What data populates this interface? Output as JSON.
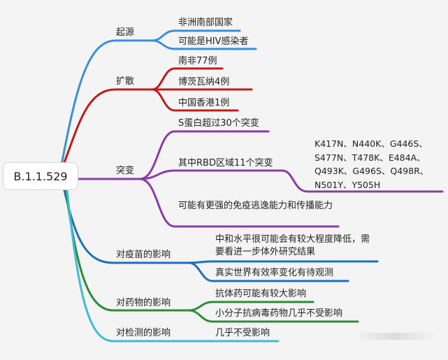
{
  "root": "B.1.1.529",
  "branches": {
    "origin": {
      "label": "起源",
      "color": "#3a8fd6",
      "items": [
        "非洲南部国家",
        "可能是HIV感染者"
      ]
    },
    "spread": {
      "label": "扩散",
      "color": "#c11a1a",
      "items": [
        "南非77例",
        "博茨瓦纳4例",
        "中国香港1例"
      ]
    },
    "mutation": {
      "label": "突变",
      "color": "#8e3aa8",
      "items": [
        "S蛋白超过30个突变",
        "其中RBD区域11个突变",
        "可能有更强的免疫逃逸能力和传播能力"
      ],
      "rbd_mutations": [
        "K417N、N440K、G446S、",
        "S477N、T478K、E484A、",
        "Q493K、G496S、Q498R、",
        "N501Y、Y505H"
      ]
    },
    "vaccine": {
      "label": "对疫苗的影响",
      "color": "#1f6fb5",
      "items": [
        "中和水平很可能会有较大程度降低，需要看进一步体外研究结果",
        "真实世界有效率变化有待观测"
      ]
    },
    "drug": {
      "label": "对药物的影响",
      "color": "#2e8b3a",
      "items": [
        "抗体药可能有较大影响",
        "小分子抗病毒药物几乎不受影响"
      ]
    },
    "detection": {
      "label": "对检测的影响",
      "color": "#3fbcd4",
      "items": [
        "几乎不受影响"
      ]
    }
  }
}
